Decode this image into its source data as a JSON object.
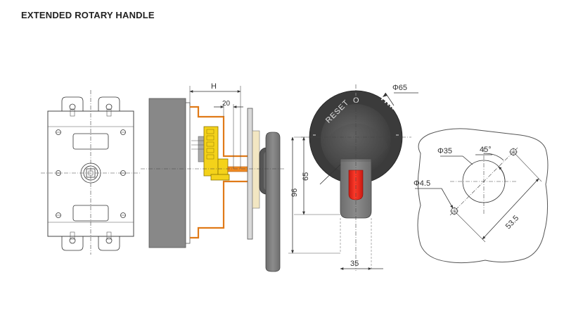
{
  "title": "EXTENDED ROTARY HANDLE",
  "dimensions": {
    "H": "H",
    "d20": "20",
    "phi65": "Φ65",
    "d65": "65",
    "d96": "96",
    "d35": "35",
    "phi35": "Φ35",
    "deg45": "45°",
    "phi4_5": "Φ4.5",
    "d53_5": "53.5"
  },
  "dial": {
    "reset": "RESET",
    "off": "O",
    "trip": "TRIP"
  },
  "colors": {
    "handle_red": "#e8231a",
    "shaft_orange": "#f08a24",
    "mechanism_yellow": "#f4d21a",
    "knob_gray": "#555555",
    "panel_gray": "#888888"
  }
}
